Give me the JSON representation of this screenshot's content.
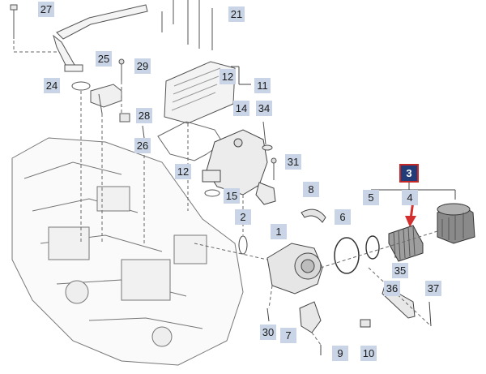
{
  "colors": {
    "callout_bg": "#c9d5e6",
    "highlight_bg": "#223c78",
    "highlight_border": "#c62828",
    "arrow": "#d32f2f",
    "line": "#555555"
  },
  "callouts": [
    {
      "id": "c27",
      "label": "27"
    },
    {
      "id": "c21",
      "label": "21"
    },
    {
      "id": "c25",
      "label": "25"
    },
    {
      "id": "c29",
      "label": "29"
    },
    {
      "id": "c24",
      "label": "24"
    },
    {
      "id": "c12a",
      "label": "12"
    },
    {
      "id": "c11",
      "label": "11"
    },
    {
      "id": "c28",
      "label": "28"
    },
    {
      "id": "c14",
      "label": "14"
    },
    {
      "id": "c34",
      "label": "34"
    },
    {
      "id": "c26",
      "label": "26"
    },
    {
      "id": "c31",
      "label": "31"
    },
    {
      "id": "c12b",
      "label": "12"
    },
    {
      "id": "c3",
      "label": "3",
      "highlight": true
    },
    {
      "id": "c15",
      "label": "15"
    },
    {
      "id": "c8",
      "label": "8"
    },
    {
      "id": "c5",
      "label": "5"
    },
    {
      "id": "c4",
      "label": "4"
    },
    {
      "id": "c2",
      "label": "2"
    },
    {
      "id": "c6",
      "label": "6"
    },
    {
      "id": "c1",
      "label": "1"
    },
    {
      "id": "c35",
      "label": "35"
    },
    {
      "id": "c36",
      "label": "36"
    },
    {
      "id": "c37",
      "label": "37"
    },
    {
      "id": "c30",
      "label": "30"
    },
    {
      "id": "c7",
      "label": "7"
    },
    {
      "id": "c9",
      "label": "9"
    },
    {
      "id": "c10",
      "label": "10"
    }
  ]
}
